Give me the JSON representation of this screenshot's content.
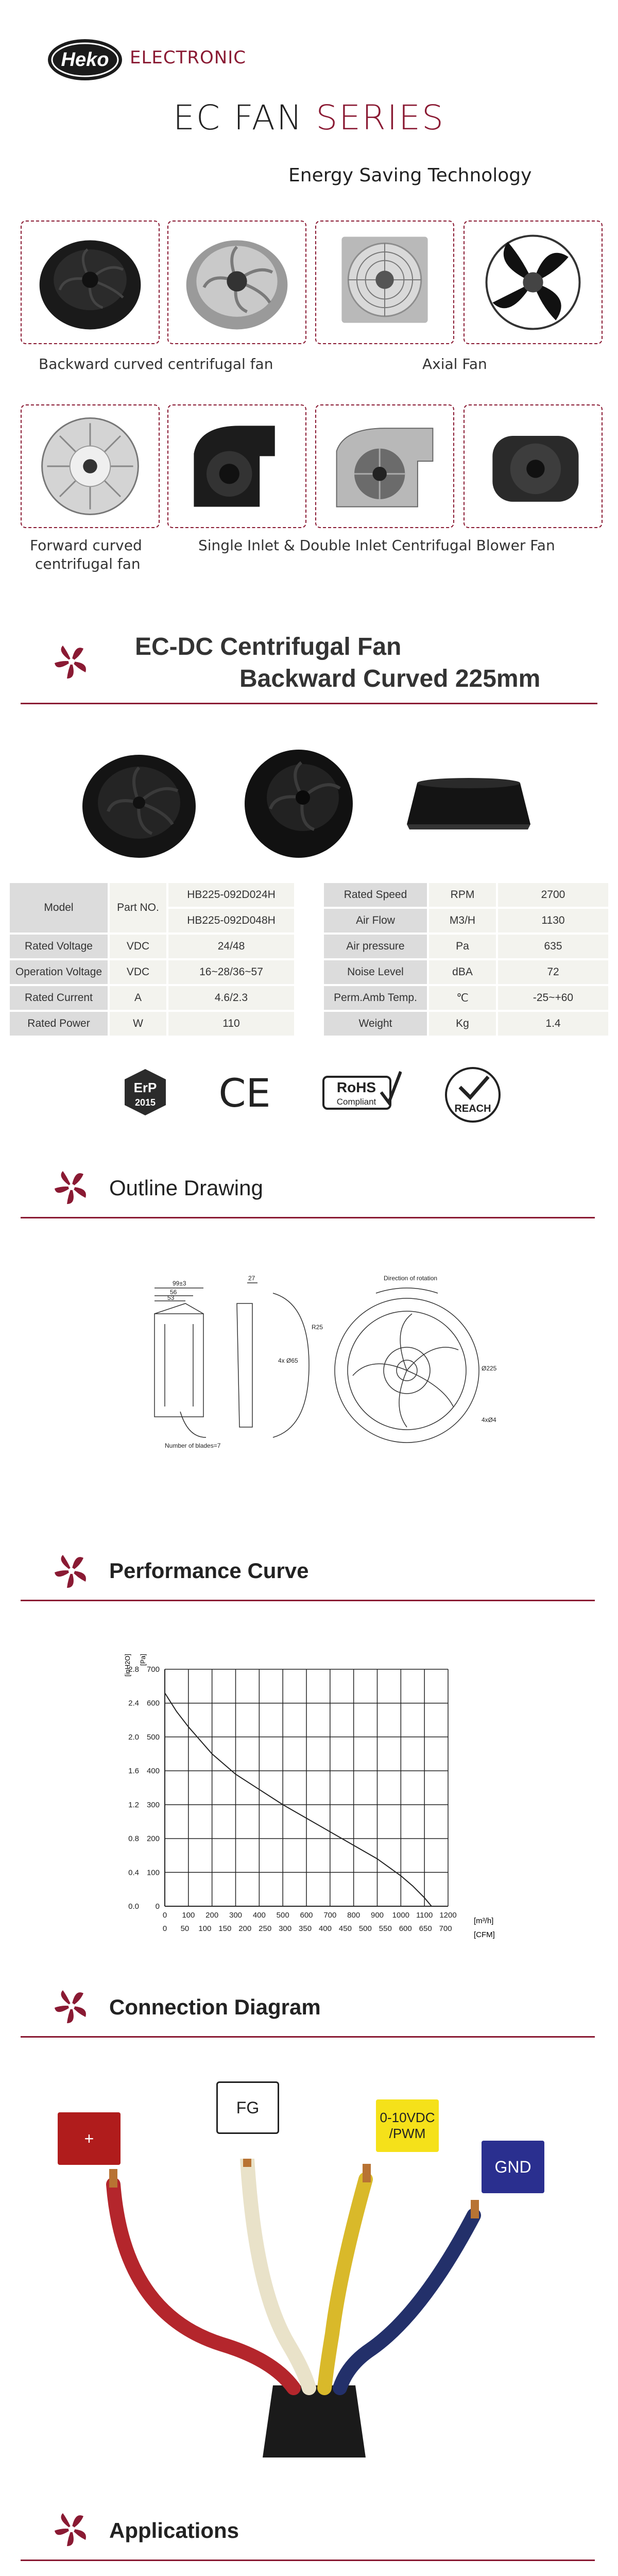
{
  "header": {
    "logo_text": "Heko",
    "brand": "ELECTRONIC",
    "title_part1": "EC FAN",
    "title_part2": "SERIES",
    "tagline": "Energy Saving Technology"
  },
  "products": {
    "label_backward": "Backward curved centrifugal fan",
    "label_axial": "Axial Fan",
    "label_forward_line1": "Forward curved",
    "label_forward_line2": "centrifugal fan",
    "label_blower": "Single Inlet & Double Inlet Centrifugal Blower Fan"
  },
  "product_section": {
    "title_line1": "EC-DC Centrifugal Fan",
    "title_line2": "Backward Curved 225mm"
  },
  "spec_table": {
    "model_label": "Model",
    "part_no_label": "Part NO.",
    "part_no_1": "HB225-092D024H",
    "part_no_2": "HB225-092D048H",
    "rows_left": [
      {
        "label": "Rated Voltage",
        "unit": "VDC",
        "value": "24/48"
      },
      {
        "label": "Operation Voltage",
        "unit": "VDC",
        "value": "16~28/36~57"
      },
      {
        "label": "Rated Current",
        "unit": "A",
        "value": "4.6/2.3"
      },
      {
        "label": "Rated Power",
        "unit": "W",
        "value": "110"
      }
    ],
    "rows_right": [
      {
        "label": "Rated Speed",
        "unit": "RPM",
        "value": "2700"
      },
      {
        "label": "Air Flow",
        "unit": "M3/H",
        "value": "1130"
      },
      {
        "label": "Air pressure",
        "unit": "Pa",
        "value": "635"
      },
      {
        "label": "Noise Level",
        "unit": "dBA",
        "value": "72"
      },
      {
        "label": "Perm.Amb Temp.",
        "unit": "℃",
        "value": "-25~+60"
      },
      {
        "label": "Weight",
        "unit": "Kg",
        "value": "1.4"
      }
    ]
  },
  "certs": {
    "erp_line1": "ErP",
    "erp_line2": "2015",
    "ce": "CE",
    "rohs_line1": "RoHS",
    "rohs_line2": "Compliant",
    "reach": "REACH"
  },
  "sections": {
    "outline": "Outline Drawing",
    "performance": "Performance Curve",
    "connection": "Connection Diagram",
    "applications": "Applications"
  },
  "drawing": {
    "dim_99": "99±3",
    "dim_56": "56",
    "dim_53": "53",
    "dim_27": "27",
    "dim_r25": "R25",
    "blades": "Number of blades=7",
    "rotation": "Direction of rotation",
    "d65": "4x Ø65",
    "d225": "Ø225",
    "d4": "4xØ4"
  },
  "chart_data": {
    "type": "line",
    "title": "",
    "ylabel_left": "[inH2O]",
    "ylabel_right": "[Pa]",
    "xlabel_top": "[m³/h]",
    "xlabel_bottom": "[CFM]",
    "x_m3h_ticks": [
      "0",
      "100",
      "200",
      "300",
      "400",
      "500",
      "600",
      "700",
      "800",
      "900",
      "1000",
      "1100",
      "1200"
    ],
    "x_cfm_ticks": [
      "0",
      "50",
      "100",
      "150",
      "200",
      "250",
      "300",
      "350",
      "400",
      "450",
      "500",
      "550",
      "600",
      "650",
      "700"
    ],
    "y_pa_ticks": [
      "0",
      "100",
      "200",
      "300",
      "400",
      "500",
      "600",
      "700"
    ],
    "y_inh2o_ticks": [
      "0.0",
      "0.4",
      "0.8",
      "1.2",
      "1.6",
      "2.0",
      "2.4",
      "2.8"
    ],
    "xlim": [
      0,
      1200
    ],
    "ylim": [
      0,
      700
    ],
    "grid": true,
    "series": [
      {
        "x": [
          0,
          50,
          100,
          200,
          300,
          400,
          500,
          600,
          700,
          800,
          900,
          1000,
          1050,
          1100,
          1130
        ],
        "y": [
          630,
          575,
          530,
          450,
          390,
          345,
          300,
          260,
          220,
          180,
          140,
          90,
          60,
          25,
          0
        ]
      }
    ]
  },
  "connection": {
    "plus": "+",
    "fg": "FG",
    "pwm_line1": "0-10VDC",
    "pwm_line2": "/PWM",
    "gnd": "GND"
  },
  "colors": {
    "accent": "#8a1a33",
    "plus_bg": "#b01c1c",
    "pwm_bg": "#f5e11a",
    "gnd_bg": "#2a2f8f"
  }
}
